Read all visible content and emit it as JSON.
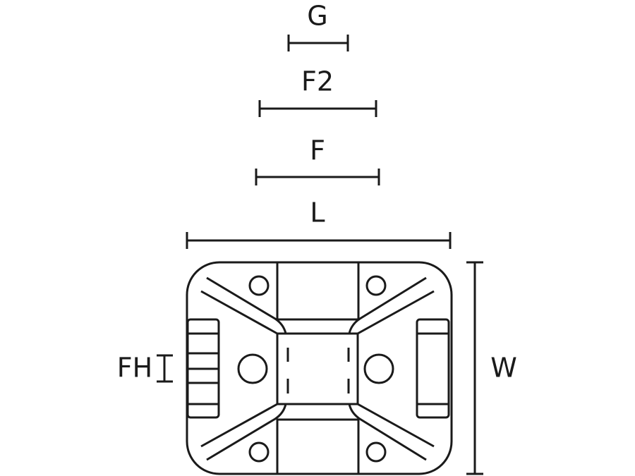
{
  "labels": {
    "g": "G",
    "f2": "F2",
    "f": "F",
    "l": "L",
    "w": "W",
    "fh": "FH"
  },
  "colors": {
    "line": "#1a1a1a",
    "background": "#ffffff"
  }
}
